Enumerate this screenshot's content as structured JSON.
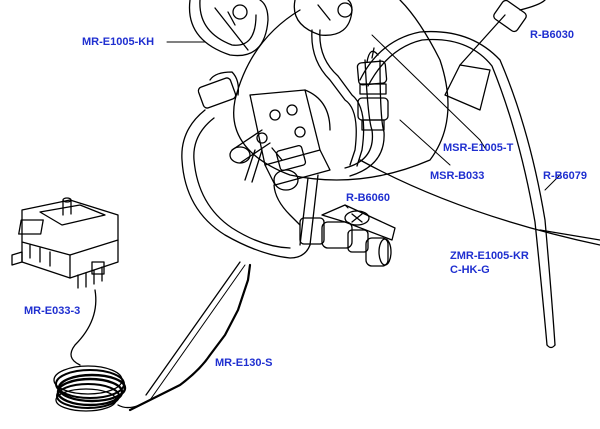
{
  "label_color": "#1f2fd0",
  "line_color": "#000000",
  "labels": {
    "mr_e1005_kh": "MR-E1005-KH",
    "r_b6030": "R-B6030",
    "msr_e1005_t": "MSR-E1005-T",
    "msr_b033": "MSR-B033",
    "r_b6079": "R-B6079",
    "r_b6060": "R-B6060",
    "zmr_e1005_kr_1": "ZMR-E1005-KR",
    "zmr_e1005_kr_2": "C-HK-G",
    "mr_e033_3": "MR-E033-3",
    "mr_e130_s": "MR-E130-S"
  }
}
